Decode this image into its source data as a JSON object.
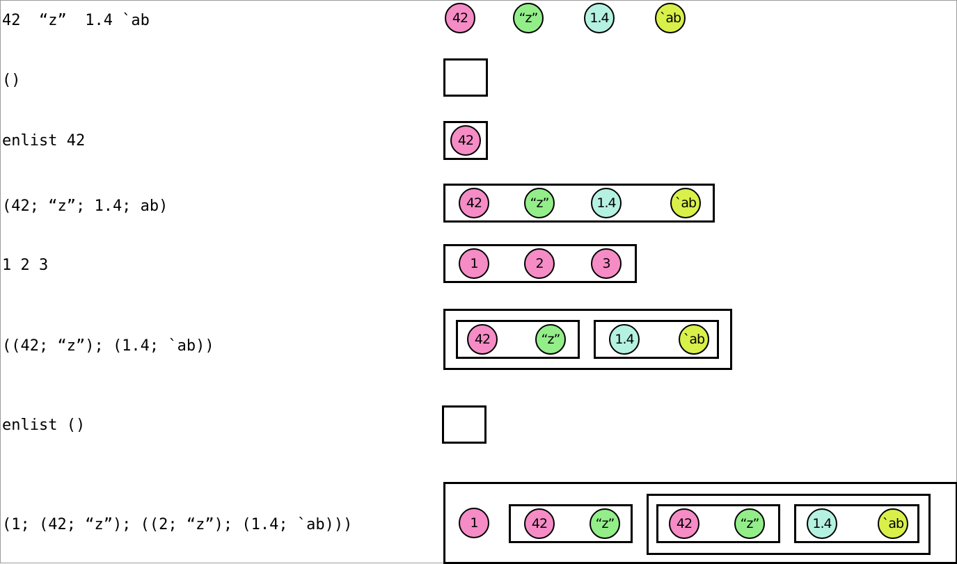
{
  "rows": [
    {
      "expr": "42  “z”  1.4 `ab",
      "atoms": [
        "42",
        "“z”",
        "1.4",
        "`ab"
      ]
    },
    {
      "expr": "()"
    },
    {
      "expr": "enlist 42",
      "atoms": [
        "42"
      ]
    },
    {
      "expr": "(42; “z”; 1.4; ab)",
      "atoms": [
        "42",
        "“z”",
        "1.4",
        "`ab"
      ]
    },
    {
      "expr": "1 2 3",
      "atoms": [
        "1",
        "2",
        "3"
      ]
    },
    {
      "expr": "((42; “z”); (1.4; `ab))",
      "atoms": [
        "42",
        "“z”",
        "1.4",
        "`ab"
      ]
    },
    {
      "expr": "enlist ()"
    },
    {
      "expr": "(1; (42; “z”); ((2; “z”); (1.4; `ab)))",
      "atoms": [
        "1",
        "42",
        "“z”",
        "42",
        "“z”",
        "1.4",
        "`ab"
      ]
    }
  ],
  "colors": {
    "int": "#f58cc6",
    "char": "#93ee8a",
    "float": "#b5f1e1",
    "symbol": "#d9f04a"
  }
}
